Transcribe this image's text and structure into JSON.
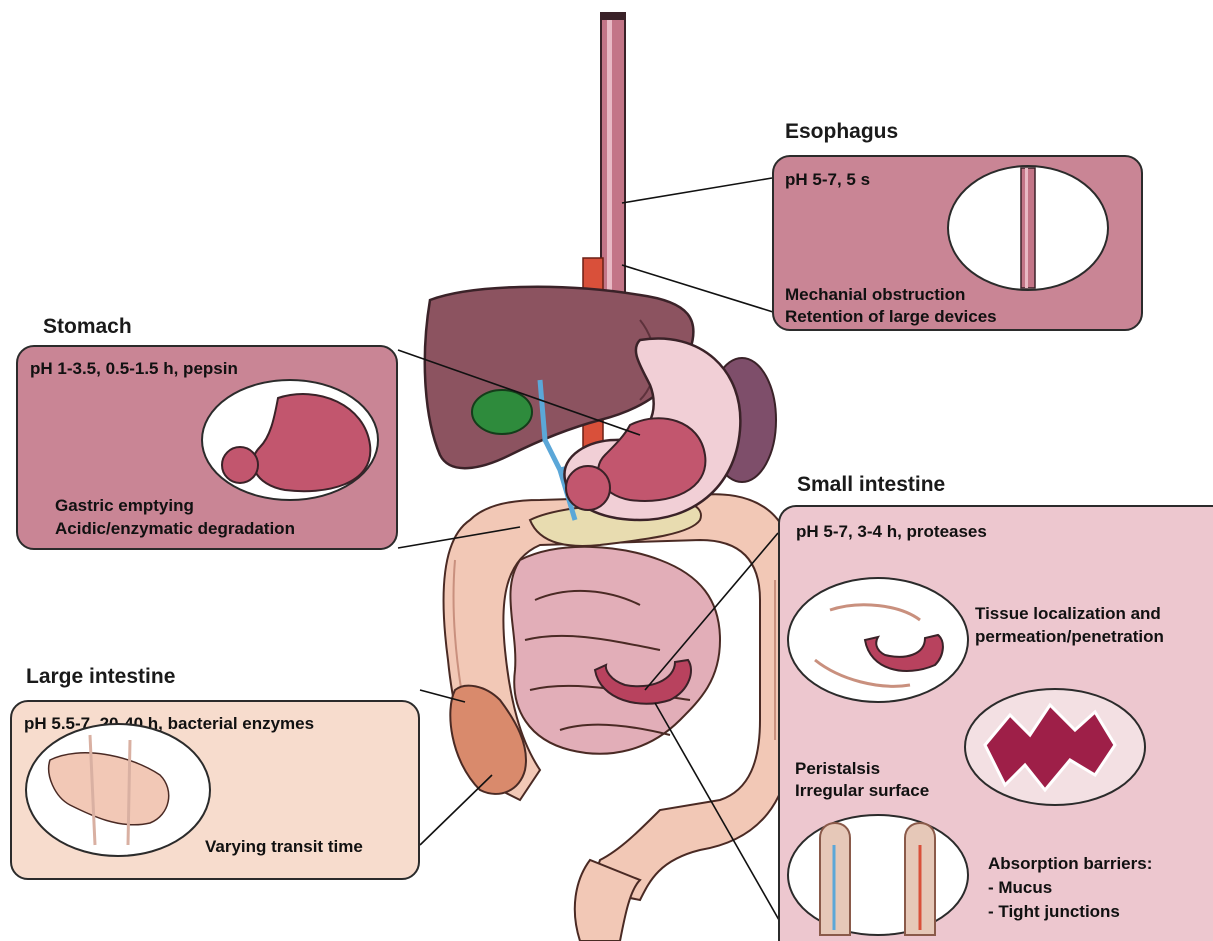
{
  "sections": {
    "esophagus": {
      "title": "Esophagus",
      "condition": "pH 5-7, 5 s",
      "challenges": [
        "Mechanial obstruction",
        "Retention of large devices"
      ]
    },
    "stomach": {
      "title": "Stomach",
      "condition": "pH 1-3.5, 0.5-1.5 h, pepsin",
      "challenges": [
        "Gastric emptying",
        "Acidic/enzymatic degradation"
      ]
    },
    "small_intestine": {
      "title": "Small intestine",
      "condition": "pH 5-7, 3-4 h, proteases",
      "challenge_1": [
        "Tissue localization and",
        "permeation/penetration"
      ],
      "challenge_2": [
        "Peristalsis",
        "Irregular surface"
      ],
      "challenge_3": [
        "Absorption barriers:",
        "- Mucus",
        "- Tight junctions"
      ]
    },
    "large_intestine": {
      "title": "Large intestine",
      "condition": "pH 5.5-7, 20-40 h, bacterial enzymes",
      "challenges": [
        "Varying transit time"
      ]
    }
  },
  "colors": {
    "esophagus_panel": "#c98595",
    "stomach_panel": "#c98595",
    "small_intestine_panel": "#edc7cf",
    "large_intestine_panel": "#f7dccd",
    "liver": "#8c5360",
    "colon": "#f2c8b6",
    "small_bowel": "#e2aeb8",
    "stomach_organ": "#c2566e",
    "gallbladder": "#2e8b3c",
    "aorta": "#d9503a"
  }
}
